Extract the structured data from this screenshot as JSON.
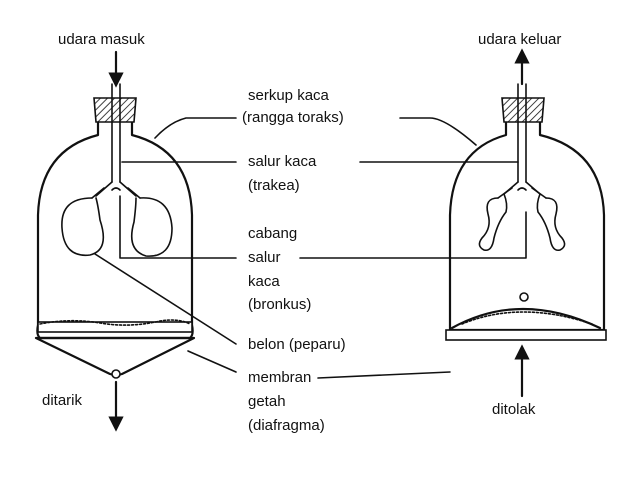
{
  "diagram": {
    "left_apparatus": {
      "top_label": "udara masuk",
      "bottom_label": "ditarik"
    },
    "right_apparatus": {
      "top_label": "udara keluar",
      "bottom_label": "ditolak"
    },
    "labels": {
      "bell_jar": [
        "serkup kaca",
        "(rangga toraks)"
      ],
      "glass_tube": [
        "salur kaca",
        "(trakea)"
      ],
      "branch_tube": [
        "cabang",
        "salur",
        "kaca",
        "(bronkus)"
      ],
      "balloon": [
        "belon (peparu)"
      ],
      "membrane": [
        "membran",
        "getah",
        "(diafragma)"
      ]
    }
  }
}
